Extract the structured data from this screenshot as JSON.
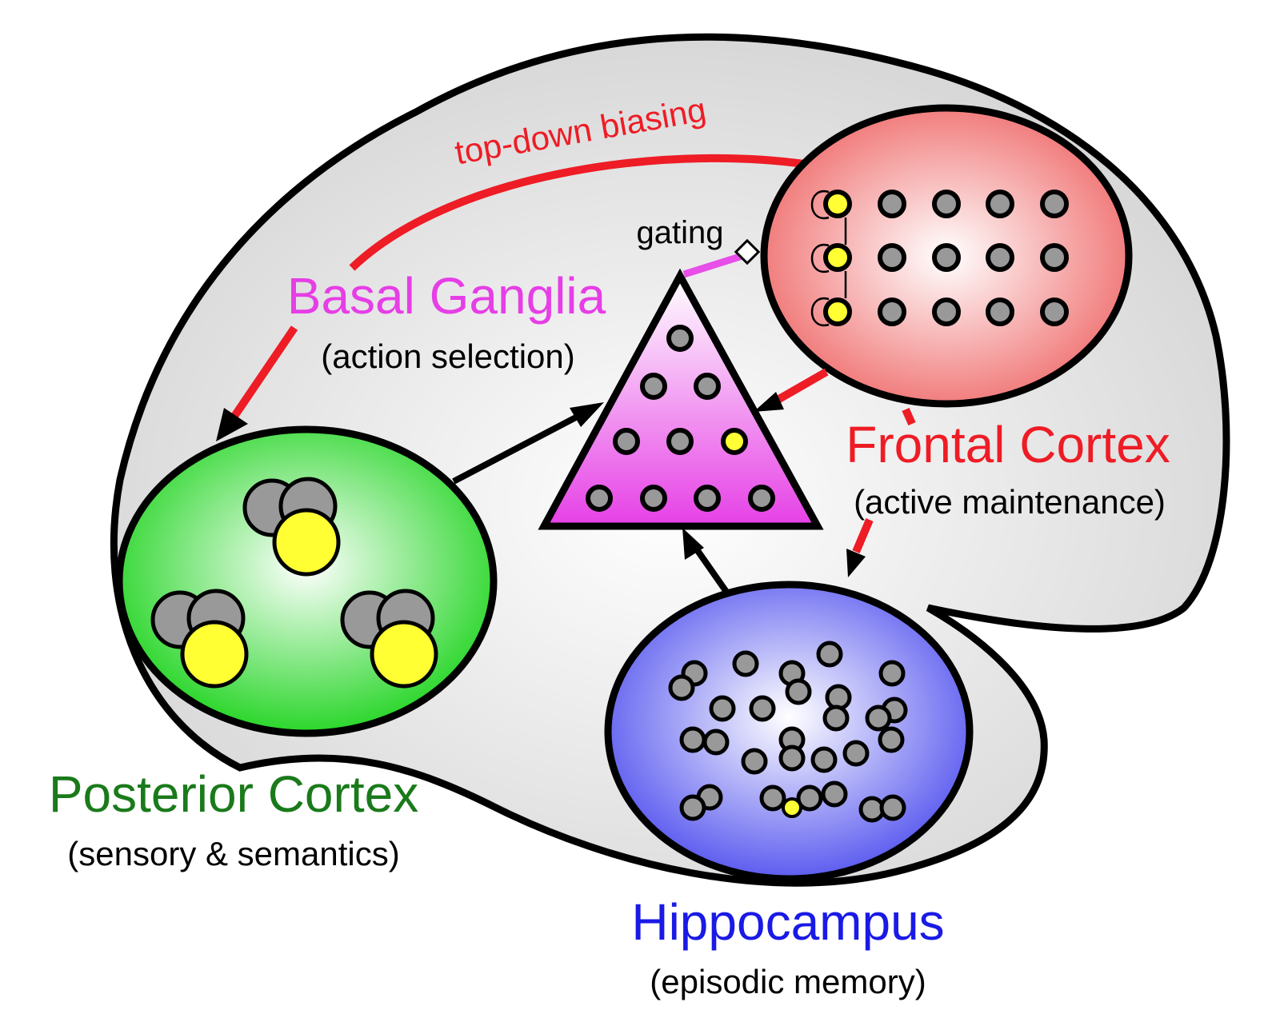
{
  "colors": {
    "brain_fill": "#e2e2e2",
    "frontal": "#f07070",
    "posterior": "#33d633",
    "hippocampus": "#6666f0",
    "basal_ganglia": "#e84ee8",
    "unit_gray": "#999999",
    "unit_active": "#ffff33",
    "arrow_red": "#ee1c25",
    "arrow_black": "#000000",
    "label_frontal": "#ee1c25",
    "label_posterior": "#1a7a1a",
    "label_hippocampus": "#1a1ae6",
    "label_basal": "#e63ee6"
  },
  "labels": {
    "top_down": "top-down biasing",
    "gating": "gating",
    "basal_title": "Basal Ganglia",
    "basal_sub": "(action selection)",
    "frontal_title": "Frontal Cortex",
    "frontal_sub": "(active maintenance)",
    "posterior_title": "Posterior Cortex",
    "posterior_sub": "(sensory & semantics)",
    "hippo_title": "Hippocampus",
    "hippo_sub": "(episodic memory)"
  }
}
